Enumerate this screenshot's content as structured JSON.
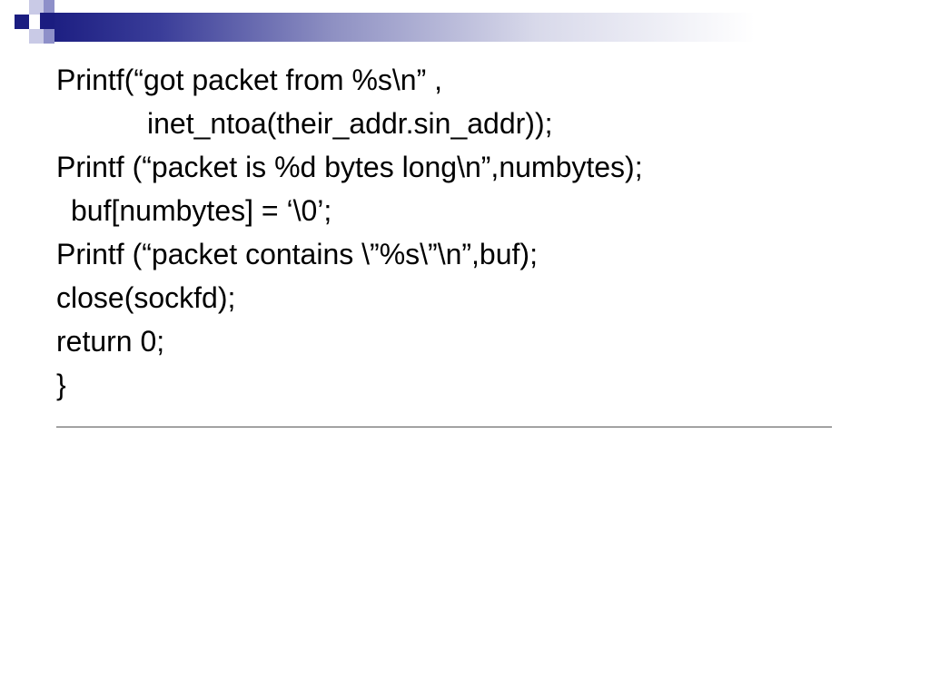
{
  "slide": {
    "code_lines": [
      "Printf(“got packet from %s\\n” ,",
      "inet_ntoa(their_addr.sin_addr));",
      "Printf (“packet is %d bytes long\\n”,numbytes);",
      "buf[numbytes] = ‘\\0’;",
      "Printf (“packet contains \\”%s\\”\\n”,buf);",
      "close(sockfd);",
      "return 0;",
      "}"
    ]
  },
  "colors": {
    "accent_dark": "#1b1d80",
    "accent_mid": "#8e90c9",
    "accent_light": "#c9cae6"
  }
}
